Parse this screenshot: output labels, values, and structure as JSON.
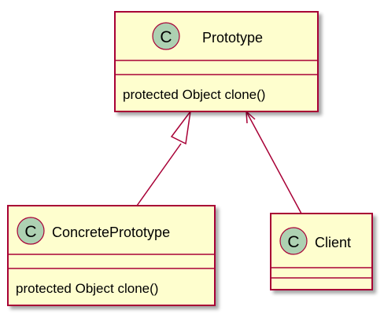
{
  "colors": {
    "class_fill": "#FEFECE",
    "border": "#A80036",
    "badge_fill": "#ADD1B2",
    "shadow": "#C8C8C8"
  },
  "diagram": {
    "classes": {
      "prototype": {
        "stereotype_letter": "C",
        "name": "Prototype",
        "methods": [
          "protected Object clone()"
        ]
      },
      "concrete_prototype": {
        "stereotype_letter": "C",
        "name": "ConcretePrototype",
        "methods": [
          "protected Object clone()"
        ]
      },
      "client": {
        "stereotype_letter": "C",
        "name": "Client",
        "methods": []
      }
    },
    "relations": [
      {
        "from": "ConcretePrototype",
        "to": "Prototype",
        "kind": "generalization"
      },
      {
        "from": "Client",
        "to": "Prototype",
        "kind": "association"
      }
    ]
  }
}
